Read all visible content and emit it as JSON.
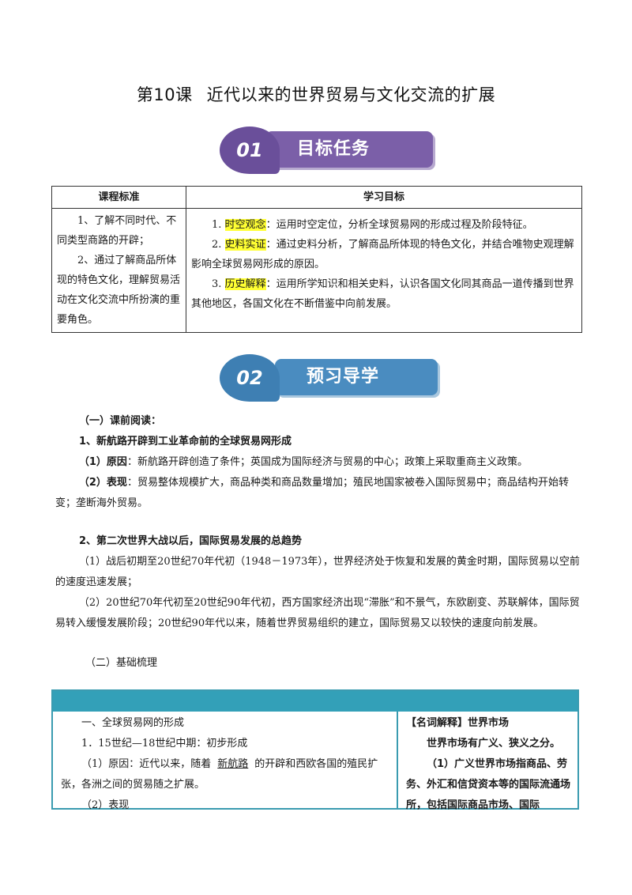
{
  "title": {
    "lesson": "第10课",
    "name": "近代以来的世界贸易与文化交流的扩展"
  },
  "banners": [
    {
      "number": "01",
      "label": "目标任务"
    },
    {
      "number": "02",
      "label": "预习导学"
    }
  ],
  "objectives": {
    "col1_header": "课程标准",
    "col2_header": "学习目标",
    "standards": [
      "1、了解不同时代、不同类型商路的开辟；",
      "2、通过了解商品所体现的特色文化，理解贸易活动在文化交流中所扮演的重要角色。"
    ],
    "goals": [
      {
        "num": "1.",
        "tag": "时空观念",
        "text": "：运用时空定位，分析全球贸易网的形成过程及阶段特征。"
      },
      {
        "num": "2.",
        "tag": "史料实证",
        "text": "：通过史料分析，了解商品所体现的特色文化，并结合唯物史观理解影响全球贸易网形成的原因。"
      },
      {
        "num": "3.",
        "tag": "历史解释",
        "text": "：运用所学知识和相关史料，认识各国文化同其商品一道传播到世界其他地区，各国文化在不断借鉴中向前发展。"
      }
    ]
  },
  "reading": {
    "heading": "（一）课前阅读：",
    "sec1_title": "1、新航路开辟到工业革命前的全球贸易网形成",
    "sec1_items": [
      {
        "label": "（1）原因",
        "text": "：新航路开辟创造了条件；英国成为国际经济与贸易的中心；政策上采取重商主义政策。"
      },
      {
        "label": "（2）表现",
        "text": "：贸易整体规模扩大，商品种类和商品数量增加；殖民地国家被卷入国际贸易中；商品结构开始转变；垄断海外贸易。"
      }
    ],
    "sec2_title": "2、第二次世界大战以后，国际贸易发展的总趋势",
    "sec2_items": [
      "（1）战后初期至20世纪70年代初（1948－1973年），世界经济处于恢复和发展的黄金时期，国际贸易以空前的速度迅速发展；",
      "（2）20世纪70年代初至20世纪90年代初，西方国家经济出现“滞胀”和不景气，东欧剧变、苏联解体，国际贸易转入缓慢发展阶段；20世纪90年代以来，随着世界贸易组织的建立，国际贸易又以较快的速度向前发展。"
    ]
  },
  "basics": {
    "heading": "（二）基础梳理",
    "left": {
      "line1": "一、全球贸易网的形成",
      "line2": "1．15世纪—18世纪中期：初步形成",
      "line3_pre": "（1）原因：近代以来，随着",
      "line3_blank": "新航路",
      "line3_post": "的开辟和西欧各国的殖民扩张，各洲之间的贸易随之扩展。",
      "line4": "（2）表现"
    },
    "right": {
      "title": "【名词解释】世界市场",
      "line1": "世界市场有广义、狭义之分。",
      "line2": "（1）广义世界市场指商品、劳务、外汇和信贷资本等的国际流通场所，包括国际商品市场、国际"
    }
  }
}
